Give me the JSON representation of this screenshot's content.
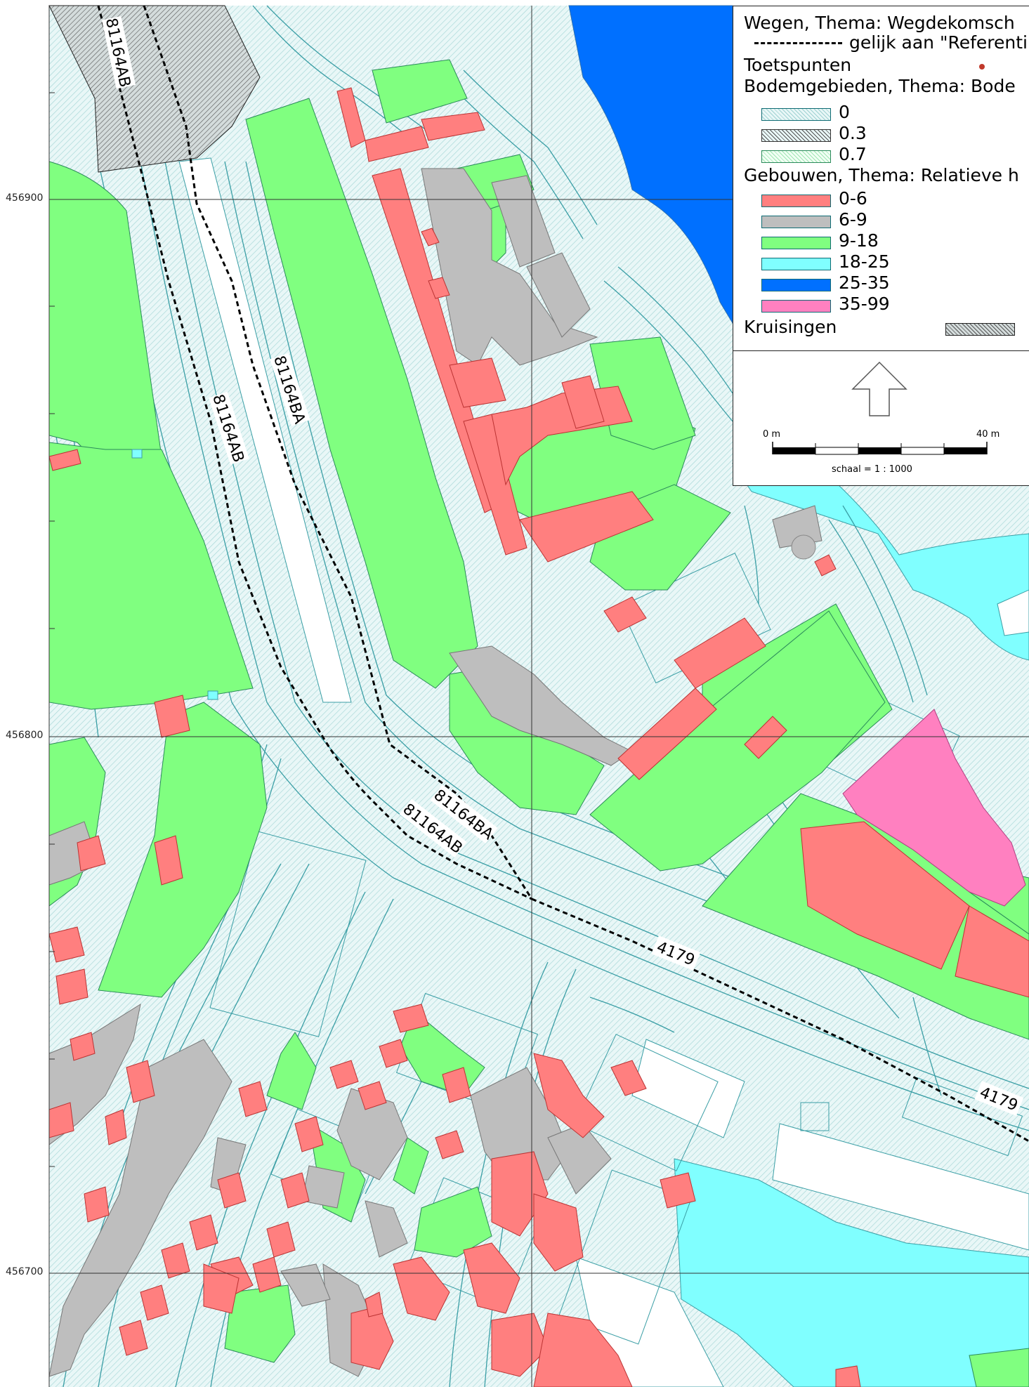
{
  "map": {
    "y_coordinates": [
      "456900",
      "456800",
      "456700"
    ],
    "road_labels": [
      {
        "name": "81164AB",
        "text": "81164AB"
      },
      {
        "name": "81164AB",
        "text": "81164AB"
      },
      {
        "name": "81164BA",
        "text": "81164BA"
      },
      {
        "name": "81164BA",
        "text": "81164BA"
      },
      {
        "name": "81164AB",
        "text": "81164AB"
      },
      {
        "name": "4179",
        "text": "4179"
      },
      {
        "name": "4179",
        "text": "4179"
      }
    ]
  },
  "legend": {
    "roads_title": "Wegen, Thema: Wegdekomsch",
    "roads_item": "gelijk aan \"Referenti",
    "test_points": "Toetspunten",
    "soil_title": "Bodemgebieden, Thema: Bode",
    "soil_items": [
      {
        "label": "0",
        "pattern": "light-hatch"
      },
      {
        "label": "0.3",
        "pattern": "dark-hatch"
      },
      {
        "label": "0.7",
        "pattern": "green-hatch"
      }
    ],
    "buildings_title": "Gebouwen, Thema: Relatieve h",
    "building_items": [
      {
        "label": "0-6",
        "color": "#ff7f7f"
      },
      {
        "label": "6-9",
        "color": "#bebebe"
      },
      {
        "label": "9-18",
        "color": "#80ff80"
      },
      {
        "label": "18-25",
        "color": "#80ffff"
      },
      {
        "label": "25-35",
        "color": "#0070ff"
      },
      {
        "label": "35-99",
        "color": "#ff80c0"
      }
    ],
    "crossings": "Kruisingen",
    "north_arrow": "north-arrow",
    "scale": {
      "start_label": "0 m",
      "end_label": "40 m",
      "caption": "schaal = 1 : 1000"
    }
  },
  "colors": {
    "ground": "#e9f7f7",
    "hatch": "#9fd2d2",
    "lines": "#3a9ea5",
    "red": "#ff7f7f",
    "grey": "#bebebe",
    "green": "#80ff80",
    "cyan": "#80ffff",
    "blue": "#0070ff",
    "pink": "#ff80c0"
  }
}
